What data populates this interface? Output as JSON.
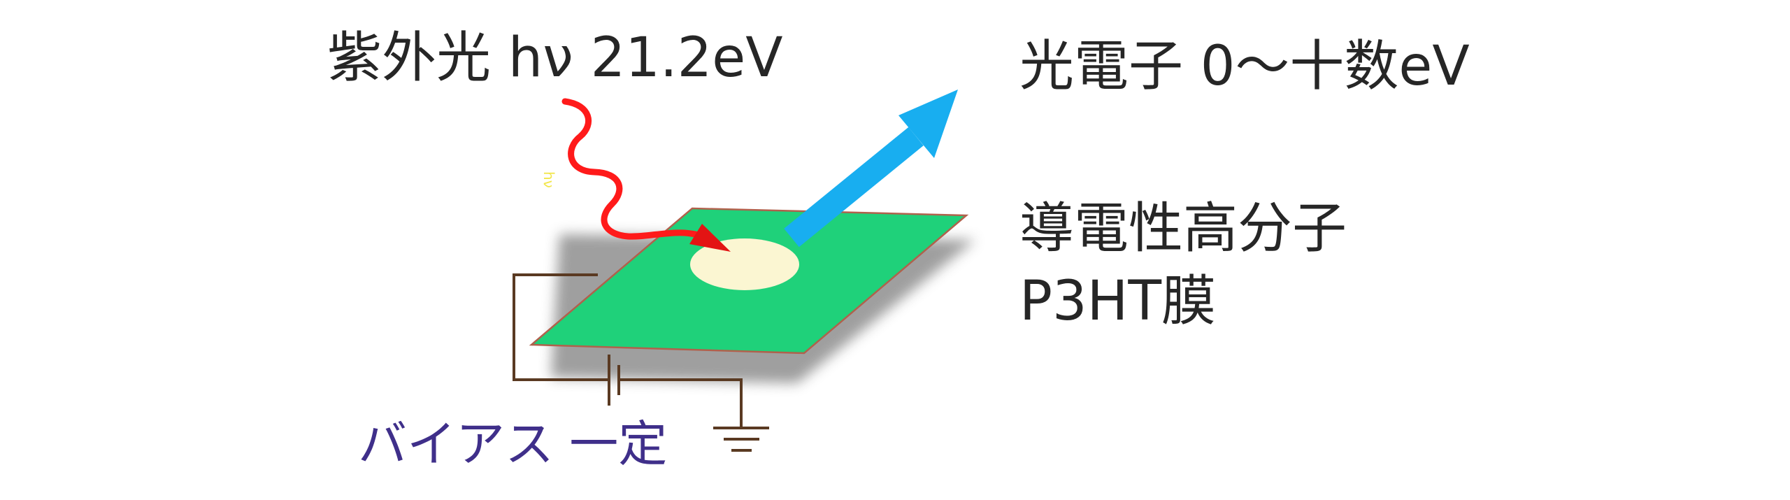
{
  "labels": {
    "uv_light": "紫外光 hν 21.2eV",
    "photoelectron": "光電子 0〜十数eV",
    "film_line1": "導電性高分子",
    "film_line2": "P3HT膜",
    "bias": "バイアス 一定",
    "small_hv": "hν"
  },
  "colors": {
    "text": "#262626",
    "bias_text": "#3f2f8a",
    "film": "#1fd17a",
    "film_edge": "#b0614c",
    "shadow": "#9a9a9a",
    "spot": "#fbf6d2",
    "photon": "#ff1a1a",
    "photon_head": "#e31414",
    "electron_arrow": "#18aef0",
    "wire": "#5a3a22",
    "small_hv": "#f2e64a"
  },
  "icons": {
    "photon": "wavy-arrow",
    "electron": "straight-arrow",
    "battery": "battery-symbol",
    "ground": "ground-symbol"
  }
}
